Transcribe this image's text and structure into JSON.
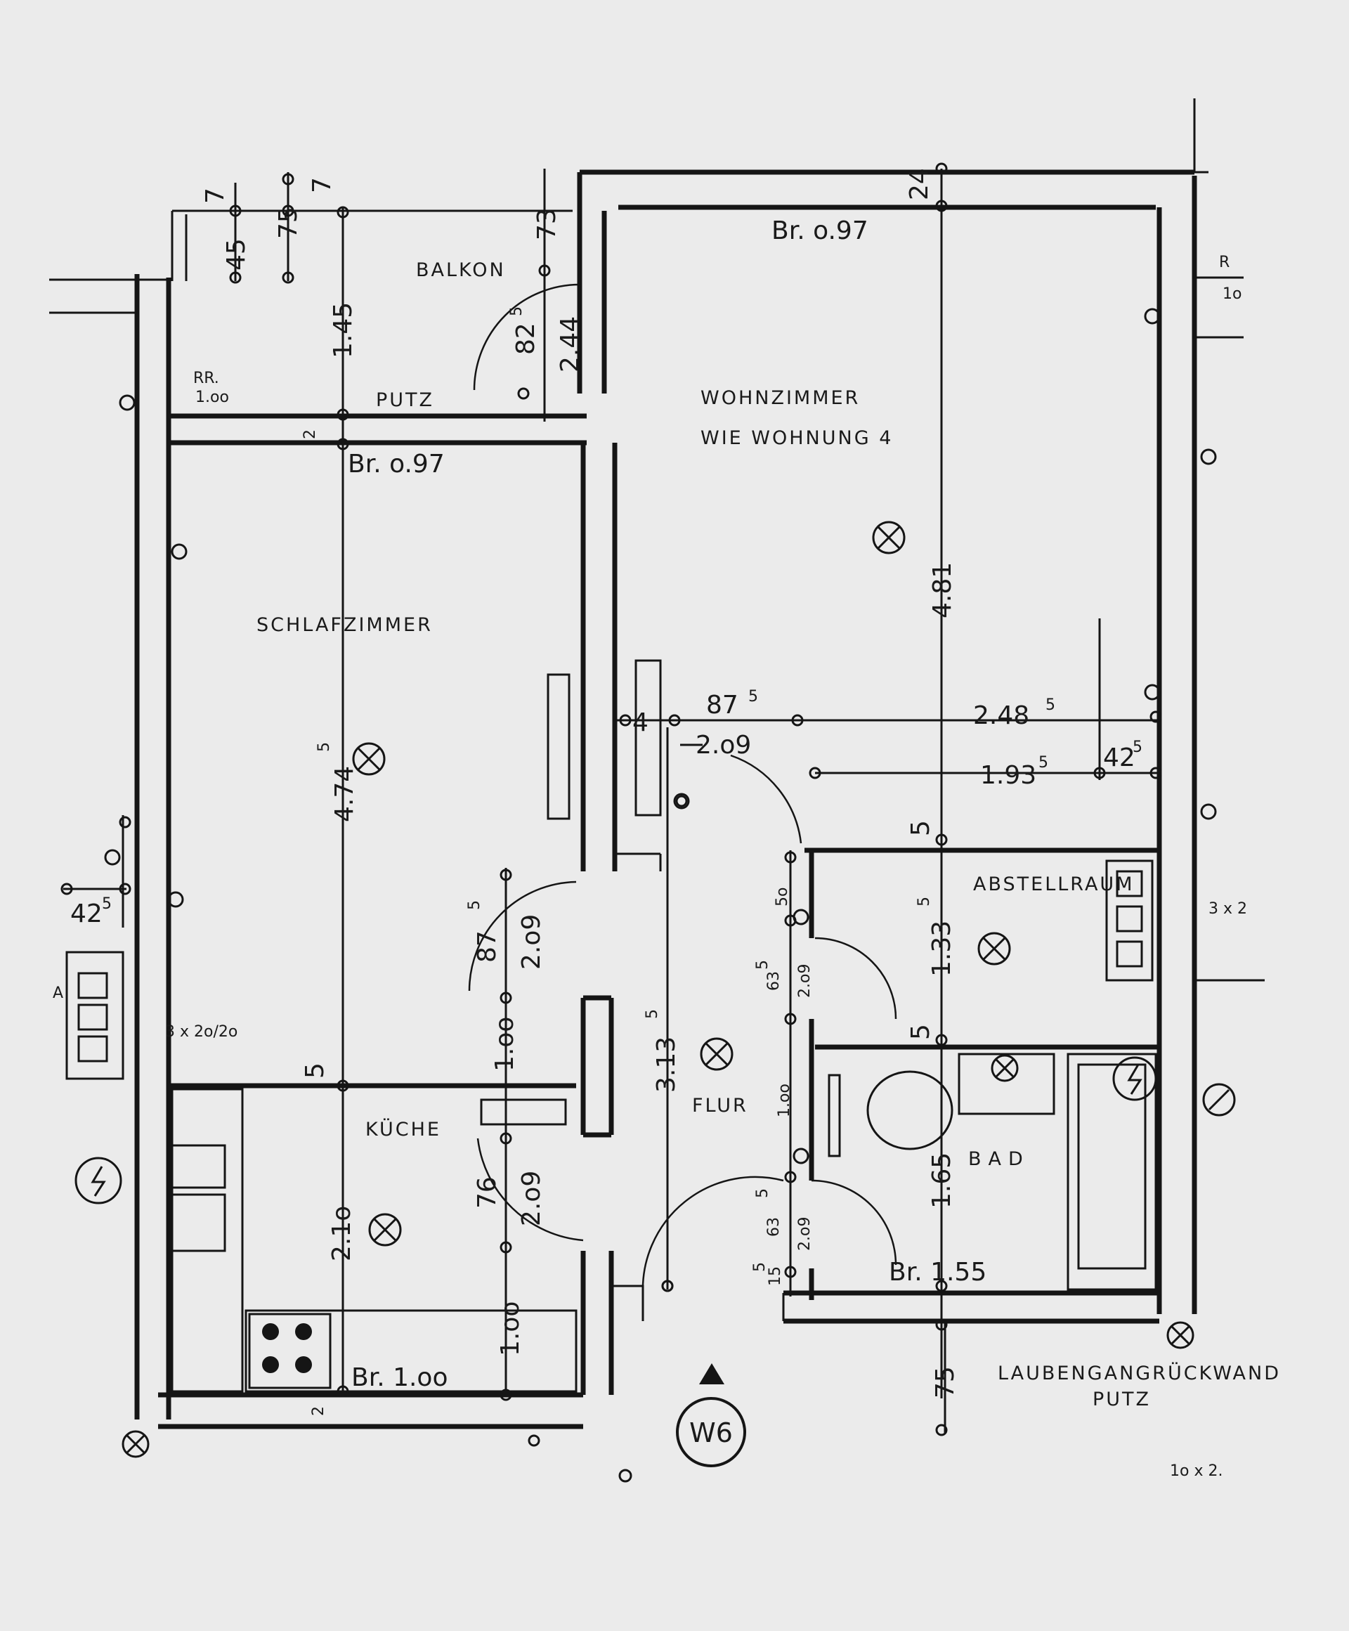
{
  "plan": {
    "rooms": {
      "balkon": "BALKON",
      "putz_top": "PUTZ",
      "wohnzimmer_line1": "WOHNZIMMER",
      "wohnzimmer_line2": "WIE WOHNUNG 4",
      "schlafzimmer": "SCHLAFZIMMER",
      "kueche": "KÜCHE",
      "flur": "FLUR",
      "abstellraum": "ABSTELLRAUM",
      "bad": "BAD",
      "laubengang": "LAUBENGANGRÜCKWAND",
      "putz_bottom": "PUTZ"
    },
    "window_labels": {
      "wohn_top": "Br. o.97",
      "schlaf_top": "Br. o.97",
      "bad_bottom": "Br. 1.55",
      "kueche_bottom": "Br. 1.oo"
    },
    "dimensions": {
      "balkon_depth": "1.45",
      "balkon_73": "73",
      "balkon_45": "45",
      "balkon_75": "75",
      "balkon_7a": "7",
      "balkon_7b": "7",
      "door_825": "82",
      "door_825_sup": "5",
      "door_244": "2.44",
      "wohn_24": "24",
      "wohn_481": "4.81",
      "flur_875": "87",
      "flur_875_sup": "5",
      "flur_248": "2.48",
      "flur_248_sup": "5",
      "flur_209": "2.o9",
      "flur_193": "1.93",
      "flur_193_sup": "5",
      "flur_42": "42",
      "flur_42_sup": "5",
      "flur_4": "4",
      "schlaf_474": "4.74",
      "schlaf_474_sup": "5",
      "schlaf_5": "5",
      "schlaf_875": "87",
      "schlaf_875_sup": "5",
      "schlaf_209": "2.o9",
      "schlaf_100": "1.oo",
      "left_42": "42",
      "left_42_sup": "5",
      "flur_313": "3.13",
      "flur_313_sup": "5",
      "abst_5a": "5",
      "abst_133": "1.33",
      "abst_133_sup": "5",
      "abst_5b": "5",
      "abst_50": "5o",
      "abst_635": "63",
      "abst_635_sup": "5",
      "abst_209": "2.o9",
      "bad_100": "1.oo",
      "bad_165": "1.65",
      "bad_635": "63",
      "bad_635_sup": "5",
      "bad_209": "2.o9",
      "bad_15": "15",
      "bad_15_sup": "5",
      "bottom_75": "75",
      "kueche_210": "2.1o",
      "kueche_76": "76",
      "kueche_209": "2.o9",
      "kueche_100": "1.oo",
      "kueche_2": "2",
      "putz_2": "2",
      "rr": "RR.",
      "rr_sub": "1.oo",
      "r_right": "R",
      "r_right_sub": "1o",
      "panel_right": "3 x 2",
      "panel_left": "3 x 2o/2o",
      "panel_left_a": "A",
      "bottom_right_text": "1o x 2."
    },
    "unit_label": "W6"
  }
}
